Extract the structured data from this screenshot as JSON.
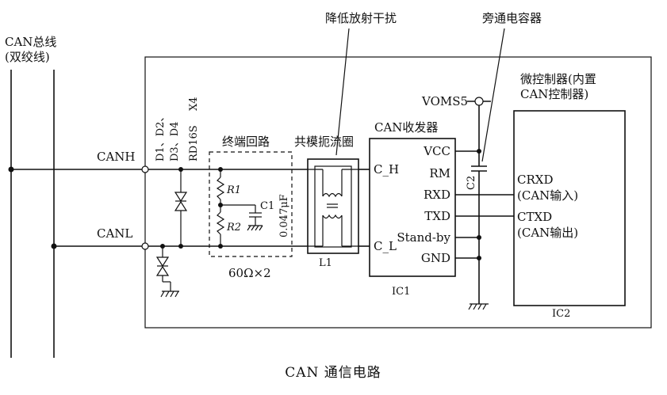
{
  "bus": {
    "title_line1": "CAN总线",
    "title_line2": "(双绞线)",
    "canh": "CANH",
    "canl": "CANL"
  },
  "protection": {
    "diodes_line1": "D1、D2、",
    "diodes_line2": "D3、D4",
    "part": "RD16S",
    "count": "X4"
  },
  "termination": {
    "title": "终端回路",
    "r1": "R1",
    "r2": "R2",
    "c1": "C1",
    "c1_value": "0.047μF",
    "resistance": "60Ω×2"
  },
  "choke": {
    "title": "共模扼流圈",
    "ref": "L1",
    "annotation": "降低放射干扰"
  },
  "transceiver": {
    "title": "CAN收发器",
    "ref": "IC1",
    "pins_left": [
      "C_H",
      "C_L"
    ],
    "pins_right": [
      "VCC",
      "RM",
      "RXD",
      "TXD",
      "Stand-by",
      "GND"
    ],
    "supply": "VOMS5",
    "bypass_label": "旁通电容器",
    "c2": "C2"
  },
  "mcu": {
    "title_line1": "微控制器(内置",
    "title_line2": "CAN控制器)",
    "ref": "IC2",
    "crxd": "CRXD",
    "crxd_note": "(CAN输入)",
    "ctxd": "CTXD",
    "ctxd_note": "(CAN输出)"
  },
  "caption": "CAN 通信电路"
}
